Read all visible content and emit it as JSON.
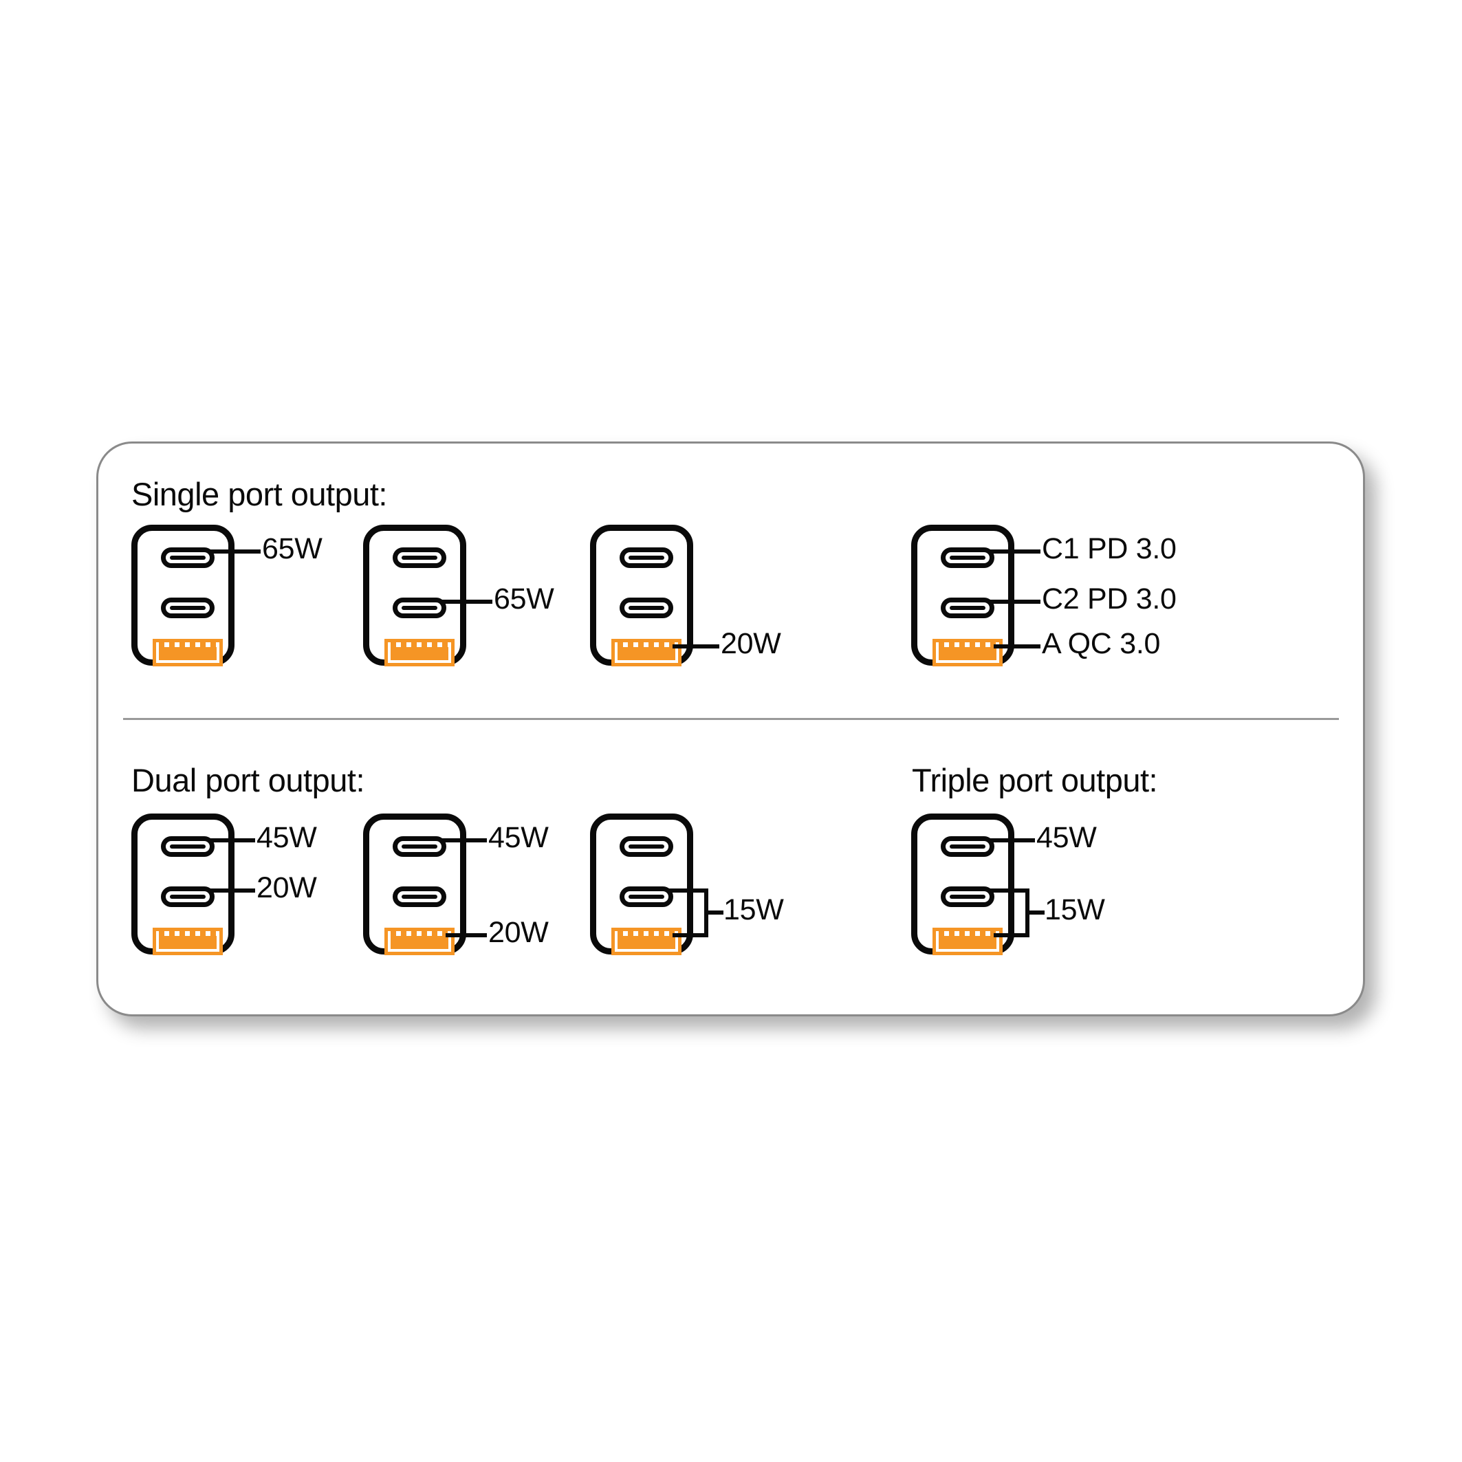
{
  "card": {
    "accent_orange": "#F59525",
    "stroke_black": "#0A0A0A",
    "border_gray": "#8A8A8A"
  },
  "sections": {
    "single": {
      "title": "Single port output:"
    },
    "dual": {
      "title": "Dual port output:"
    },
    "triple": {
      "title": "Triple port output:"
    }
  },
  "icons": {
    "usb_c": "usb-c-port-icon",
    "usb_a": "usb-a-port-icon"
  },
  "chargers": [
    {
      "id": "single-1",
      "group": "single",
      "labels": {
        "c1": "65W"
      }
    },
    {
      "id": "single-2",
      "group": "single",
      "labels": {
        "c2": "65W"
      }
    },
    {
      "id": "single-3",
      "group": "single",
      "labels": {
        "a": "20W"
      }
    },
    {
      "id": "single-legend",
      "group": "single",
      "labels": {
        "c1": "C1 PD 3.0",
        "c2": "C2 PD 3.0",
        "a": "A QC 3.0"
      }
    },
    {
      "id": "dual-1",
      "group": "dual",
      "labels": {
        "c1": "45W",
        "c2": "20W"
      }
    },
    {
      "id": "dual-2",
      "group": "dual",
      "labels": {
        "c1": "45W",
        "a": "20W"
      }
    },
    {
      "id": "dual-3",
      "group": "dual",
      "labels": {
        "bracket_c2_a": "15W"
      }
    },
    {
      "id": "triple-1",
      "group": "triple",
      "labels": {
        "c1": "45W",
        "bracket_c2_a": "15W"
      }
    }
  ]
}
